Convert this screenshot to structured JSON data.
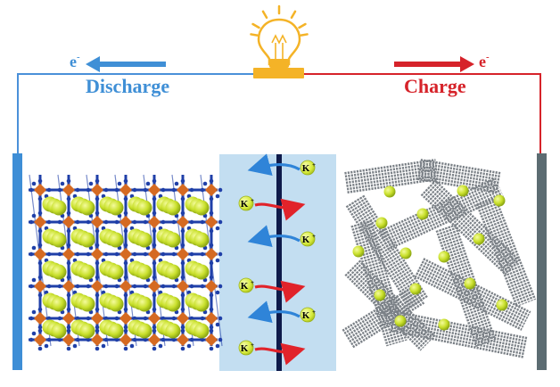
{
  "discharge": {
    "label": "Discharge",
    "electron": "e",
    "electron_charge": "-",
    "color": "#3f8fd6"
  },
  "charge": {
    "label": "Charge",
    "electron": "e",
    "electron_charge": "-",
    "color": "#d6232a"
  },
  "ion": {
    "symbol": "K",
    "charge": "+",
    "fill": "#d8ec3a"
  },
  "colors": {
    "wire_left": "#4a90d9",
    "wire_right": "#d6232a",
    "anode_bar": "#3e8ed6",
    "cathode_bar": "#5c6c72",
    "electrolyte": "#c3def1",
    "separator": "#0e1a4a",
    "bulb": "#f4b327",
    "framework_blue": "#1f3fa8",
    "framework_orange": "#d56a22",
    "sphere": "#c7df2c",
    "graphite": "#7b8187"
  },
  "migrations": [
    {
      "direction": "left",
      "label_side": "right"
    },
    {
      "direction": "right",
      "label_side": "left"
    },
    {
      "direction": "left",
      "label_side": "right"
    },
    {
      "direction": "right",
      "label_side": "left"
    },
    {
      "direction": "left",
      "label_side": "right"
    },
    {
      "direction": "right",
      "label_side": "left"
    }
  ]
}
